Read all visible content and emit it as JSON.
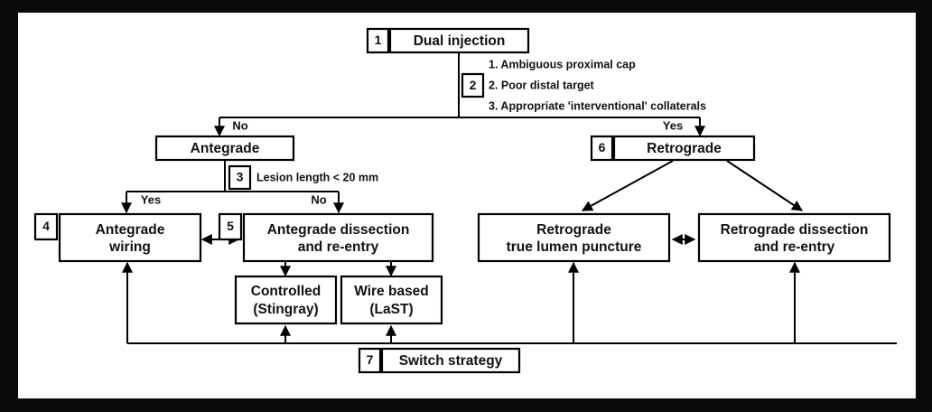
{
  "figure": {
    "type": "flowchart",
    "title": "CTO crossing algorithm",
    "frame_color": "#000000",
    "canvas_color": "#ffffff",
    "line_color": "#000000"
  },
  "nodes": [
    {
      "id": "dual-injection",
      "badge": "1",
      "lines": [
        "Dual injection"
      ]
    },
    {
      "id": "antegrade",
      "badge": "",
      "lines": [
        "Antegrade"
      ]
    },
    {
      "id": "retrograde",
      "badge": "6",
      "lines": [
        "Retrograde"
      ]
    },
    {
      "id": "antegrade-wiring",
      "badge": "4",
      "lines": [
        "Antegrade",
        "wiring"
      ]
    },
    {
      "id": "antegrade-dissection",
      "badge": "5",
      "lines": [
        "Antegrade dissection",
        "and re-entry"
      ]
    },
    {
      "id": "retrograde-true-lumen",
      "badge": "",
      "lines": [
        "Retrograde",
        "true lumen puncture"
      ]
    },
    {
      "id": "retrograde-dissection",
      "badge": "",
      "lines": [
        "Retrograde dissection",
        "and re-entry"
      ]
    },
    {
      "id": "controlled-stingray",
      "badge": "",
      "lines": [
        "Controlled",
        "(Stingray)"
      ]
    },
    {
      "id": "wire-based-last",
      "badge": "",
      "lines": [
        "Wire based",
        "(LaST)"
      ]
    },
    {
      "id": "switch-strategy",
      "badge": "7",
      "lines": [
        "Switch strategy"
      ]
    }
  ],
  "criteria": {
    "badge": "2",
    "items": [
      "1. Ambiguous proximal cap",
      "2. Poor distal target",
      "3. Appropriate 'interventional' collaterals"
    ]
  },
  "decision_lesion": {
    "badge": "3",
    "text": "Lesion length < 20 mm"
  },
  "edge_labels": {
    "top_no": "No",
    "top_yes": "Yes",
    "lesion_yes": "Yes",
    "lesion_no": "No"
  }
}
